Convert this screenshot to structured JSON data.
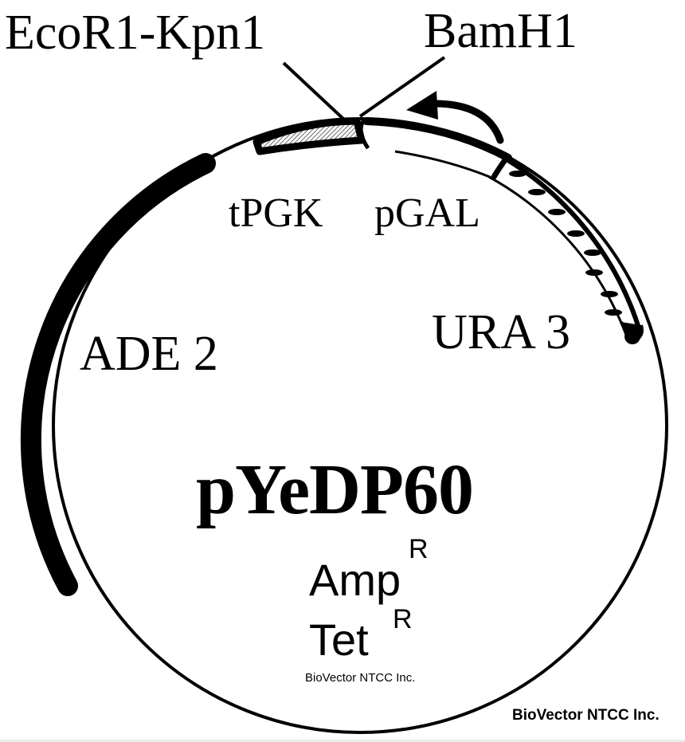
{
  "diagram": {
    "type": "plasmid-map",
    "plasmid_name": "pYeDP60",
    "restriction_sites": [
      {
        "label": "EcoR1-Kpn1"
      },
      {
        "label": "BamH1"
      }
    ],
    "features": {
      "tpgk": "tPGK",
      "pgal": "pGAL",
      "ura3": "URA 3",
      "ade2": "ADE 2"
    },
    "resistance_markers": [
      {
        "label": "Amp",
        "superscript": "R"
      },
      {
        "label": "Tet",
        "superscript": "R"
      }
    ],
    "credits": {
      "inner": "BioVector NTCC Inc.",
      "corner": "BioVector NTCC Inc."
    },
    "colors": {
      "line": "#000000",
      "fill_hatched": "#9a9a9a",
      "background": "#ffffff",
      "bottom_rule": "#ebebeb"
    }
  }
}
